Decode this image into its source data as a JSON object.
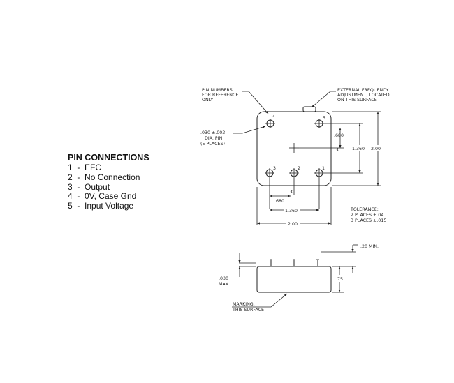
{
  "pin_connections": {
    "title": "PIN CONNECTIONS",
    "items": [
      {
        "num": "1",
        "name": "EFC"
      },
      {
        "num": "2",
        "name": "No Connection"
      },
      {
        "num": "3",
        "name": "Output"
      },
      {
        "num": "4",
        "name": "0V, Case Gnd"
      },
      {
        "num": "5",
        "name": "Input Voltage"
      }
    ]
  },
  "drawing": {
    "pin_note": [
      "PIN NUMBERS",
      "FOR REFERENCE",
      "ONLY"
    ],
    "efa_note": [
      "EXTERNAL FREQUENCY",
      "ADJUSTMENT, LOCATED",
      "ON THIS SURFACE"
    ],
    "pin_dia_note": [
      ".030 ±.003",
      "DIA. PIN",
      "(5 PLACES)"
    ],
    "pin_labels": {
      "p1": "1",
      "p2": "2",
      "p3": "3",
      "p4": "4",
      "p5": "5"
    },
    "dims": {
      "d680_v": ".680",
      "d1360_v": "1.360",
      "d200_v": "2.00",
      "d680_h": ".680",
      "d1360_h": "1.360",
      "d200_h": "2.00",
      "d20min": ".20 MIN.",
      "d030max": [
        ".030",
        "MAX."
      ],
      "d75": ".75"
    },
    "tolerance": [
      "TOLERANCE:",
      "2 PLACES ±.04",
      "3 PLACES ±.015"
    ],
    "marking_note": [
      "MARKING,",
      "THIS SURFACE"
    ],
    "centerline": "℄"
  }
}
